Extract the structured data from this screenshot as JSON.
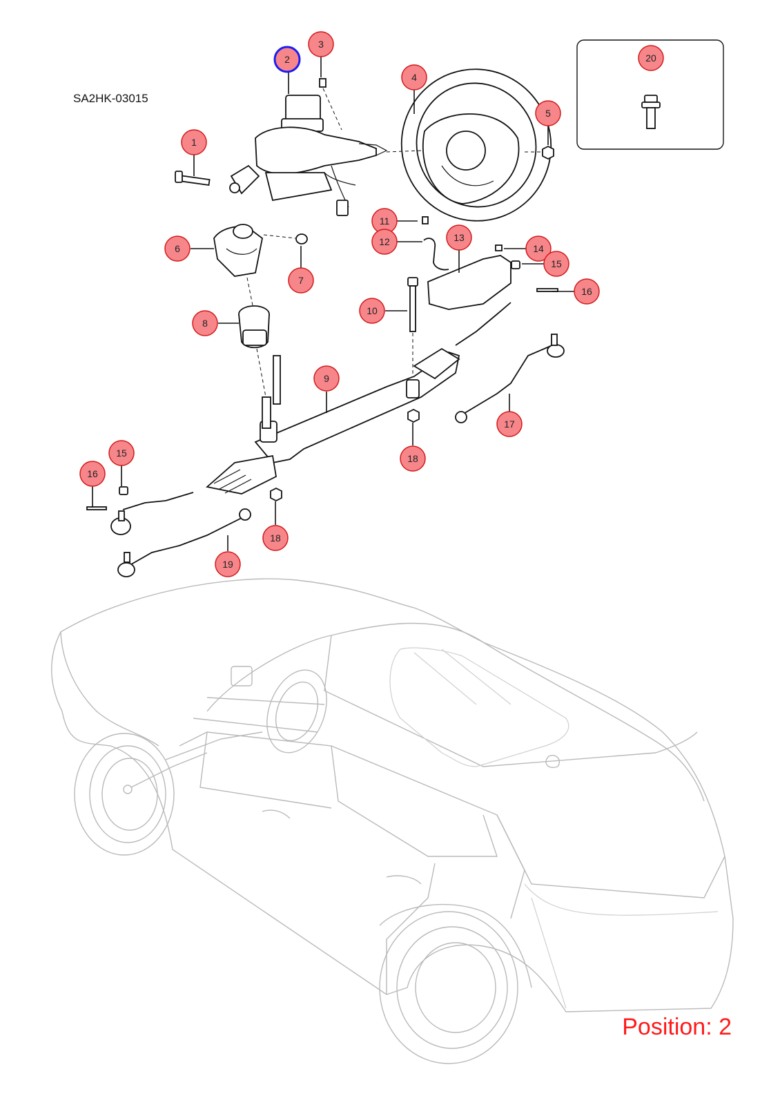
{
  "drawing_id": "SA2HK-03015",
  "position_label": "Position: 2",
  "selected_callout": "2",
  "colors": {
    "callout_fill": "#f7868a",
    "callout_stroke": "#d11a1a",
    "selected_stroke": "#1c1cf2",
    "position_text": "#ff1a1a"
  },
  "callouts": {
    "c1": "1",
    "c2": "2",
    "c3": "3",
    "c4": "4",
    "c5": "5",
    "c6": "6",
    "c7": "7",
    "c8": "8",
    "c9": "9",
    "c10": "10",
    "c11": "11",
    "c12": "12",
    "c13": "13",
    "c14": "14",
    "c15a": "15",
    "c16a": "16",
    "c17": "17",
    "c18a": "18",
    "c15b": "15",
    "c16b": "16",
    "c18b": "18",
    "c19": "19",
    "c20": "20"
  }
}
